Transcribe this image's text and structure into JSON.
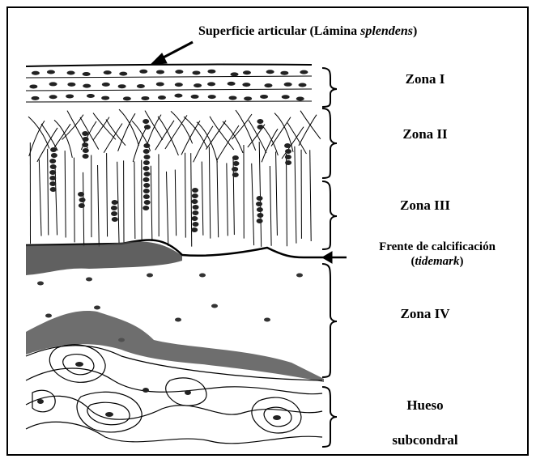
{
  "labels": {
    "surface_main": "Superficie articular (Lámina ",
    "surface_italic": "splendens",
    "surface_close": ")",
    "zone1": "Zona I",
    "zone2": "Zona II",
    "zone3": "Zona III",
    "tidemark_line1": "Frente de calcificación",
    "tidemark_italic": "tidemark",
    "tidemark_open": "(",
    "tidemark_close": ")",
    "zone4": "Zona IV",
    "bone_line1": "Hueso",
    "bone_line2": "subcondral"
  },
  "colors": {
    "ink": "#000000",
    "shade": "#555555",
    "background": "#ffffff"
  }
}
